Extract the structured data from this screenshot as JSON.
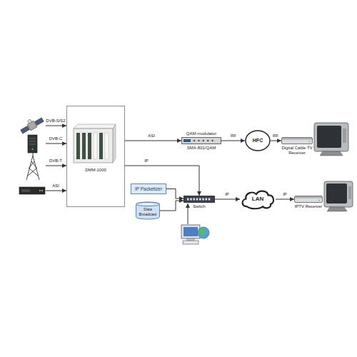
{
  "diagram": {
    "nodes": [
      {
        "text": [
          "DMM-1000"
        ]
      },
      {
        "text": [
          "QAM-modulator",
          "SMA-801/QAM"
        ]
      },
      {
        "text": [
          "HFC"
        ]
      },
      {
        "text": [
          "Digital Cable TV Receiver"
        ]
      },
      {
        "text": [
          "IP Packetizer"
        ]
      },
      {
        "text": [
          "Data Broadcast"
        ]
      },
      {
        "text": [
          "Switch"
        ]
      },
      {
        "text": [
          "LAN"
        ]
      },
      {
        "text": [
          "IPTV Receiver"
        ]
      }
    ],
    "edges": [
      {
        "from": 0,
        "to": 1,
        "label": "ASI",
        "arrow": "to"
      },
      {
        "from": 1,
        "to": 2,
        "label": "RF",
        "arrow": "to"
      },
      {
        "from": 2,
        "to": 3,
        "label": "RF",
        "arrow": "to"
      },
      {
        "from": 0,
        "to": 6,
        "label": "IP",
        "arrow": "to"
      },
      {
        "from": 4,
        "to": 6,
        "arrow": "to"
      },
      {
        "from": 5,
        "to": 6,
        "arrow": "to"
      },
      {
        "from": 6,
        "to": 7,
        "label": "IP",
        "arrow": "to"
      },
      {
        "from": 7,
        "to": 8,
        "label": "IP",
        "arrow": "to"
      }
    ],
    "labels": [
      "DVB-S/S2",
      "DVB-C",
      "DVB-T",
      "ASI"
    ]
  }
}
